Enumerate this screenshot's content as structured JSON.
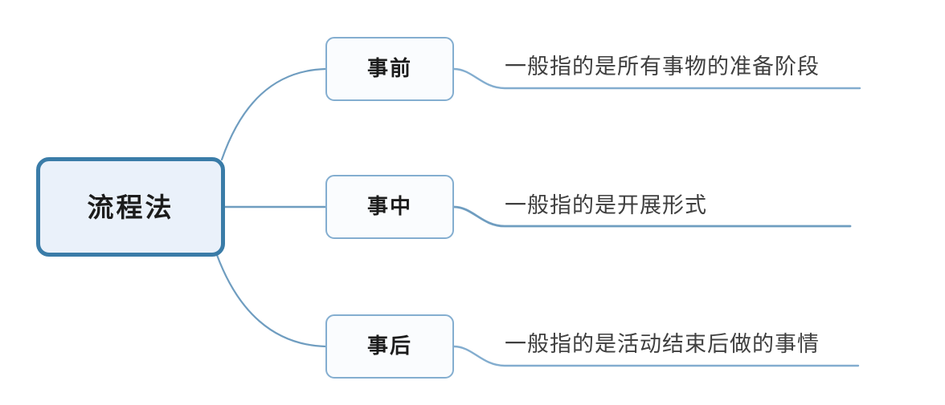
{
  "diagram": {
    "title": "流程法",
    "type": "mind-map",
    "orientation": "left-to-right",
    "colors": {
      "root_border": "#3a7ca8",
      "root_fill": "#eaf1fa",
      "branch_border": "#84aed0",
      "branch_fill": "#fafcfe",
      "connector": "#6f9dc0",
      "underline": "#6f9dc0",
      "node_text": "#1c1c1c",
      "leaf_text": "#3f3f3f",
      "background": "#ffffff"
    },
    "root": {
      "label": "流程法"
    },
    "branches": [
      {
        "label": "事前",
        "description": "一般指的是所有事物的准备阶段"
      },
      {
        "label": "事中",
        "description": "一般指的是开展形式"
      },
      {
        "label": "事后",
        "description": "一般指的是活动结束后做的事情"
      }
    ]
  }
}
